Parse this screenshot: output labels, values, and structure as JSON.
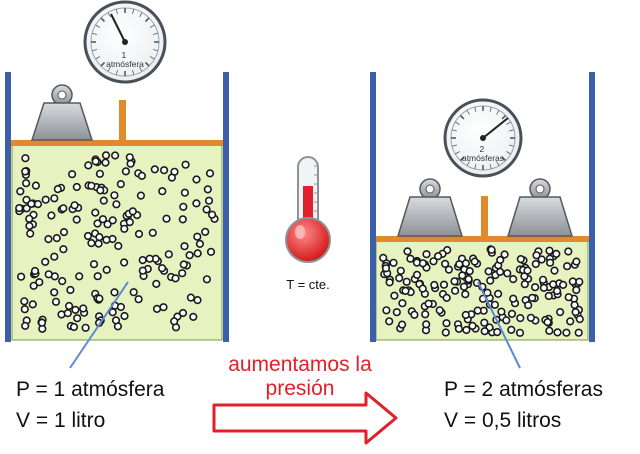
{
  "left_state": {
    "gauge_label": "1\natmósfera",
    "pressure": "P = 1 atmósfera",
    "volume": "V = 1 litro",
    "pressure_atm": 1,
    "volume_l": 1
  },
  "right_state": {
    "gauge_label": "2\natmósferas",
    "pressure": "P = 2 atmósferas",
    "volume": "V = 0,5 litros",
    "pressure_atm": 2,
    "volume_l": 0.5
  },
  "thermometer": {
    "label": "T = cte."
  },
  "transition": {
    "line1": "aumentamos la",
    "line2": "presión"
  },
  "colors": {
    "wall": "#3b5fa8",
    "gas": "#e6f3c0",
    "gas_border": "#7a9a3a",
    "piston": "#e08a2c",
    "weight": "#9aa0a6",
    "mercury": "#e0202a",
    "arrow": "#e0202a",
    "pointer_line": "#5b8ad0"
  }
}
